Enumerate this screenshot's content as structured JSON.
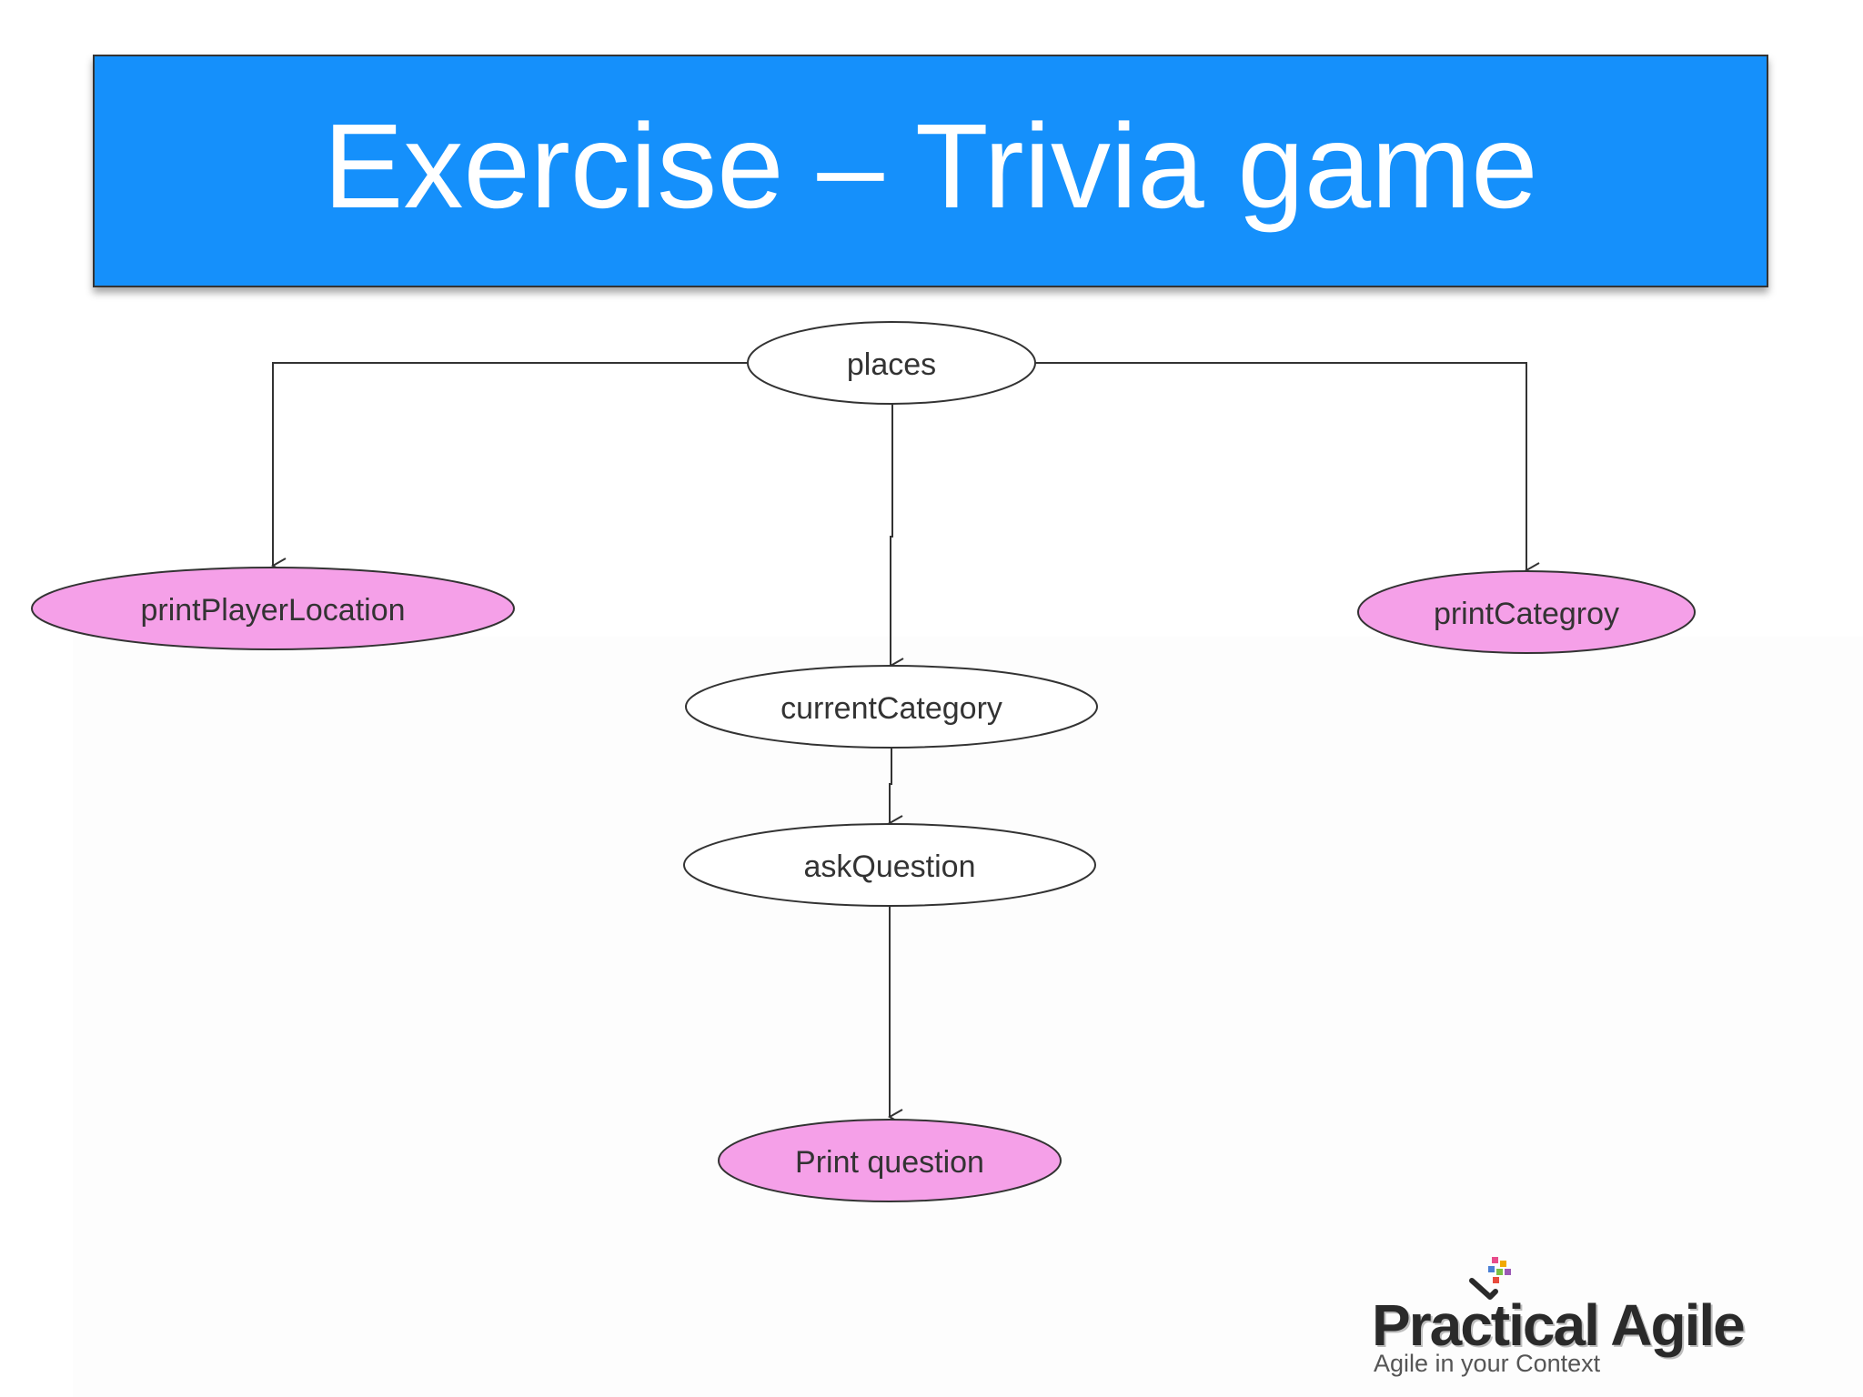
{
  "title": "Exercise – Trivia game",
  "nodes": {
    "places": "places",
    "print_player_location": "printPlayerLocation",
    "print_category": "printCategroy",
    "current_category": "currentCategory",
    "ask_question": "askQuestion",
    "print_question": "Print question"
  },
  "colors": {
    "title_bar": "#1590fb",
    "highlight_node": "#f5a0e8",
    "plain_node": "#ffffff"
  },
  "logo": {
    "name": "Practical Agile",
    "tagline": "Agile in your Context"
  }
}
